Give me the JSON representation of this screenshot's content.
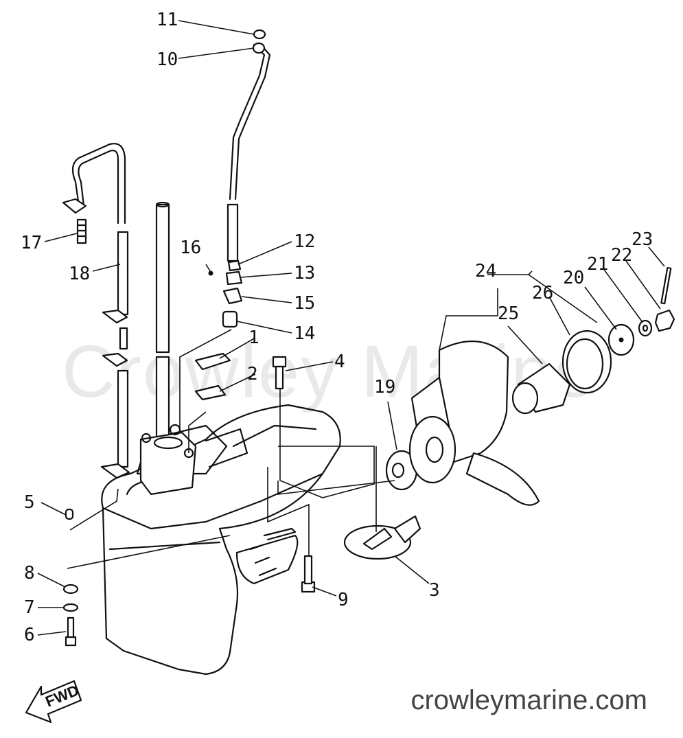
{
  "watermark": "Crowley Marine",
  "site_caption": "crowleymarine.com",
  "direction_arrow": {
    "label": "FWD",
    "icon": "fwd-arrow-icon"
  },
  "callouts": {
    "c1": "1",
    "c2": "2",
    "c3": "3",
    "c4": "4",
    "c5": "5",
    "c6": "6",
    "c7": "7",
    "c8": "8",
    "c9": "9",
    "c10": "10",
    "c11": "11",
    "c12": "12",
    "c13": "13",
    "c14": "14",
    "c15": "15",
    "c16": "16",
    "c17": "17",
    "c18": "18",
    "c19": "19",
    "c20": "20",
    "c21": "21",
    "c22": "22",
    "c23": "23",
    "c24": "24",
    "c25": "25",
    "c26": "26"
  }
}
